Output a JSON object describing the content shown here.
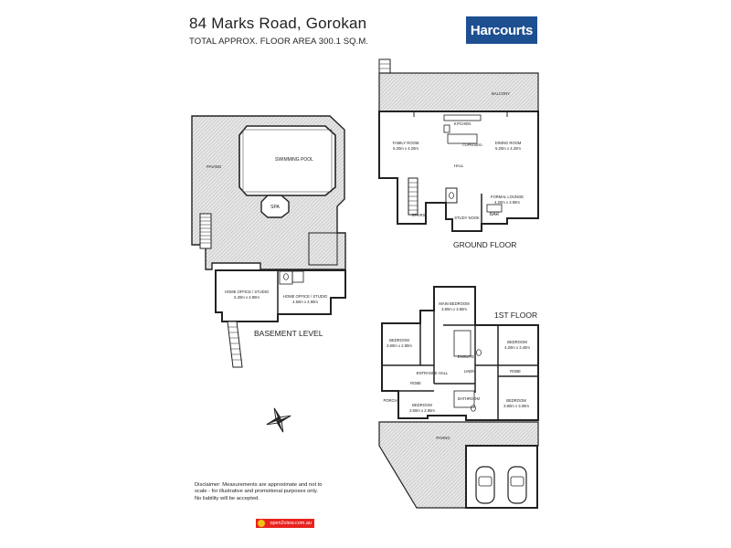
{
  "header": {
    "title": "84 Marks Road, Gorokan",
    "subtitle": "TOTAL APPROX. FLOOR AREA 300.1 SQ.M.",
    "logo_text": "Harcourts"
  },
  "colors": {
    "brand": "#1d4f91",
    "wall": "#222222",
    "paving": "#d9d9d9",
    "badge": "#e8231f"
  },
  "levels": {
    "basement": "BASEMENT LEVEL",
    "ground": "GROUND FLOOR",
    "first": "1ST FLOOR"
  },
  "rooms": {
    "paving_left": "PAVING",
    "pool": "SWIMMING POOL",
    "spa": "SPA",
    "office1_name": "HOME OFFICE / STUDIO",
    "office1_size": "5.30m x 4.90m",
    "office2_name": "HOME OFFICE / STUDIO",
    "office2_size": "4.50m x 4.90m",
    "balcony": "BALCONY",
    "kitchen": "KITCHEN",
    "family_name": "FAMILY ROOM",
    "family_size": "5.20m x 4.20m",
    "cupboard": "CUPBOARD",
    "dining_name": "DINING ROOM",
    "dining_size": "5.20m x 4.20m",
    "hall": "HALL",
    "lounge_name": "FORMAL LOUNGE",
    "lounge_size": "4.20m x 3.90m",
    "stairs": "STAIRS",
    "study": "STUDY NOOK",
    "bar": "BAR",
    "main_bed_name": "MAIN BEDROOM",
    "main_bed_size": "3.80m x 3.60m",
    "bed_left_name": "BEDROOM",
    "bed_left_size": "3.60m x 2.80m",
    "ensuite": "ENSUITE",
    "bed_right_name": "BEDROOM",
    "bed_right_size": "4.20m x 3.40m",
    "entrance": "ENTRANCE HALL",
    "linen": "LINEN",
    "robe_right": "ROBE",
    "porch": "PORCH",
    "robe_left": "ROBE",
    "bed_mid_name": "BEDROOM",
    "bed_mid_size": "3.60m x 2.80m",
    "bathroom": "BATHROOM",
    "bed_br_name": "BEDROOM",
    "bed_br_size": "3.80m x 3.00m",
    "paving_bottom": "PAVING"
  },
  "disclaimer": [
    "Disclaimer: Measurements are approximate and not to",
    "scale - for illustrative and promotional purposes only.",
    "No liability will be accepted."
  ],
  "badge_text": "open2view.com.au",
  "icons": {
    "compass": "compass-rose-icon",
    "car": "car-icon",
    "toilet": "toilet-icon"
  }
}
